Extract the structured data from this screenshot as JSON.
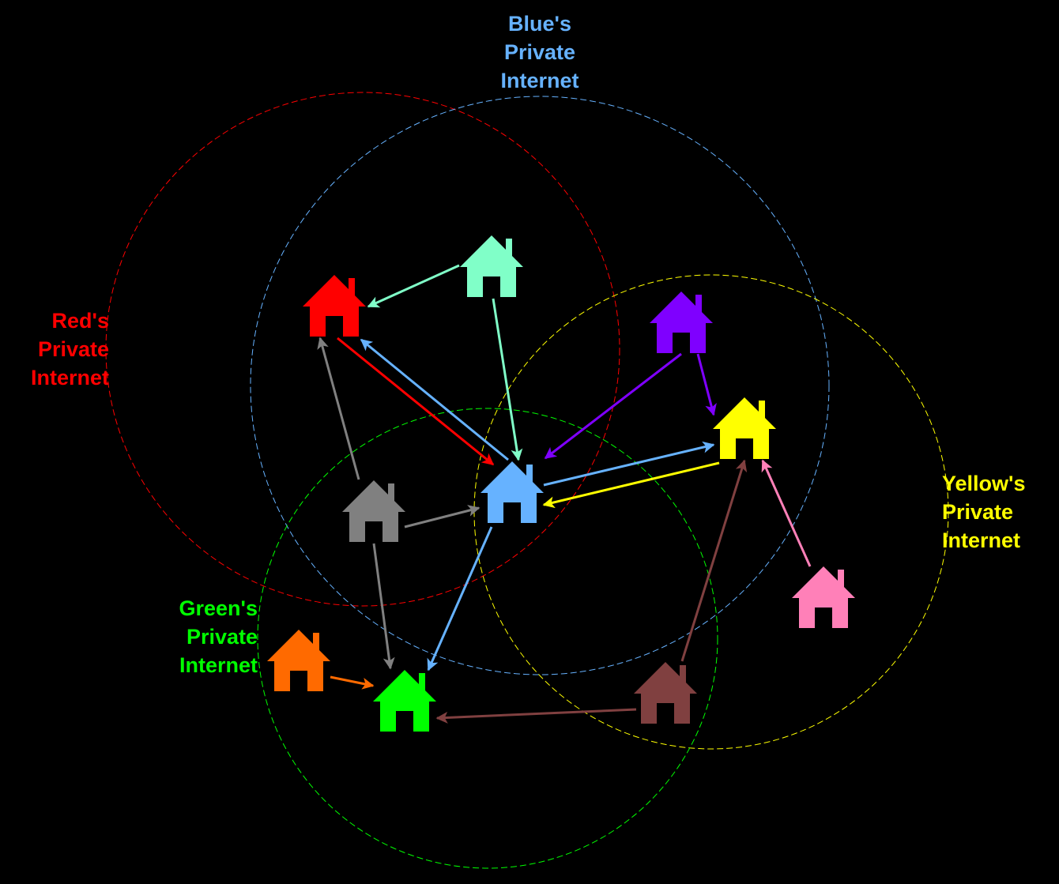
{
  "colors": {
    "red": "#ff0000",
    "blue": "#66b2ff",
    "yellow": "#ffff00",
    "green": "#00ff00",
    "mint": "#80ffc8",
    "purple": "#7f00ff",
    "gray": "#808080",
    "orange": "#ff6a00",
    "brown": "#804040",
    "pink": "#ff80b8",
    "background": "#000000"
  },
  "regions": {
    "red": {
      "lines": [
        "Red's",
        "Private",
        "Internet"
      ]
    },
    "blue": {
      "lines": [
        "Blue's",
        "Private",
        "Internet"
      ]
    },
    "yellow": {
      "lines": [
        "Yellow's",
        "Private",
        "Internet"
      ]
    },
    "green": {
      "lines": [
        "Green's",
        "Private",
        "Internet"
      ]
    }
  },
  "nodes": [
    {
      "id": "red",
      "icon": "house-icon"
    },
    {
      "id": "blue",
      "icon": "house-icon"
    },
    {
      "id": "yellow",
      "icon": "house-icon"
    },
    {
      "id": "green",
      "icon": "house-icon"
    },
    {
      "id": "mint",
      "icon": "house-icon"
    },
    {
      "id": "purple",
      "icon": "house-icon"
    },
    {
      "id": "gray",
      "icon": "house-icon"
    },
    {
      "id": "orange",
      "icon": "house-icon"
    },
    {
      "id": "brown",
      "icon": "house-icon"
    },
    {
      "id": "pink",
      "icon": "house-icon"
    }
  ],
  "links": [
    {
      "from": "mint",
      "to": "red"
    },
    {
      "from": "mint",
      "to": "blue"
    },
    {
      "from": "red",
      "to": "blue"
    },
    {
      "from": "blue",
      "to": "red"
    },
    {
      "from": "purple",
      "to": "blue"
    },
    {
      "from": "purple",
      "to": "yellow"
    },
    {
      "from": "blue",
      "to": "yellow"
    },
    {
      "from": "yellow",
      "to": "blue"
    },
    {
      "from": "gray",
      "to": "red"
    },
    {
      "from": "gray",
      "to": "blue"
    },
    {
      "from": "gray",
      "to": "green"
    },
    {
      "from": "blue",
      "to": "green"
    },
    {
      "from": "orange",
      "to": "green"
    },
    {
      "from": "brown",
      "to": "green"
    },
    {
      "from": "brown",
      "to": "yellow"
    },
    {
      "from": "pink",
      "to": "yellow"
    }
  ]
}
